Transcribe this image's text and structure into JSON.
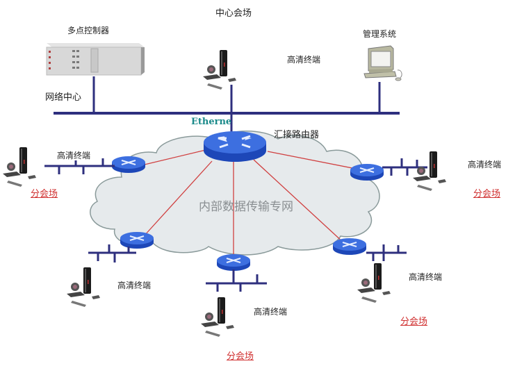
{
  "diagram": {
    "type": "network-topology",
    "colors": {
      "bus_line": "#2e2f7e",
      "link_line": "#d04040",
      "router_top": "#3d6fe0",
      "router_side": "#1d47b8",
      "cloud_fill": "#e6eaec",
      "cloud_stroke": "#8a9a9a",
      "branch_label": "#d03030",
      "ethernet_label": "#1a8a8a"
    },
    "labels": {
      "center_venue": "中心会场",
      "mcu": "多点控制器",
      "management_system": "管理系统",
      "center_terminal": "高清终端",
      "network_center": "网络中心",
      "ethernet": "Etherne",
      "core_router": "汇接路由器",
      "cloud": "内部数据传输专网"
    },
    "branches": [
      {
        "id": "left",
        "terminal_label": "高清终端",
        "site_label": "分会场"
      },
      {
        "id": "right",
        "terminal_label": "高清终端",
        "site_label": "分会场"
      },
      {
        "id": "bottom-left",
        "terminal_label": "高清终端"
      },
      {
        "id": "bottom-center",
        "terminal_label": "高清终端",
        "site_label": "分会场"
      },
      {
        "id": "bottom-right",
        "terminal_label": "高清终端",
        "site_label": "分会场"
      }
    ]
  }
}
